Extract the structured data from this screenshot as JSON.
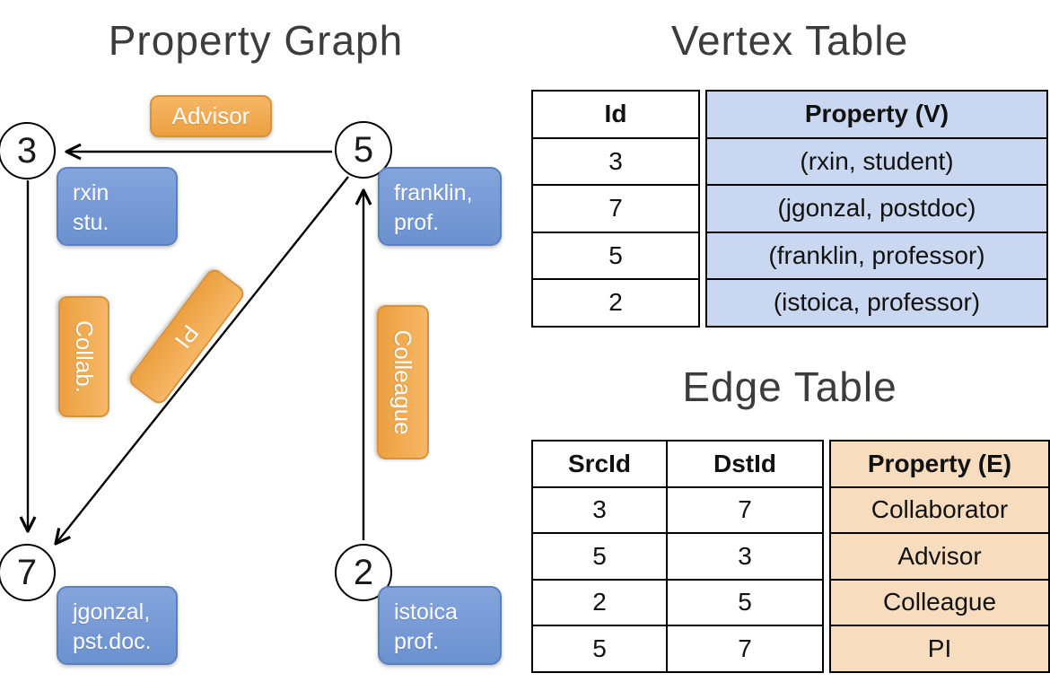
{
  "titles": {
    "graph": "Property Graph",
    "vertex_table": "Vertex Table",
    "edge_table": "Edge Table"
  },
  "graph": {
    "vertex3": {
      "id": "3",
      "line1": "rxin",
      "line2": "stu."
    },
    "vertex5": {
      "id": "5",
      "line1": "franklin,",
      "line2": "prof."
    },
    "vertex7": {
      "id": "7",
      "line1": "jgonzal,",
      "line2": "pst.doc."
    },
    "vertex2": {
      "id": "2",
      "line1": "istoica",
      "line2": "prof."
    },
    "edge_labels": {
      "advisor": "Advisor",
      "collab": "Collab.",
      "pi": "PI",
      "colleague": "Colleague"
    }
  },
  "vertex_table": {
    "headers": {
      "id": "Id",
      "property": "Property (V)"
    },
    "rows": [
      {
        "id": "3",
        "property": "(rxin, student)"
      },
      {
        "id": "7",
        "property": "(jgonzal, postdoc)"
      },
      {
        "id": "5",
        "property": "(franklin, professor)"
      },
      {
        "id": "2",
        "property": "(istoica, professor)"
      }
    ]
  },
  "edge_table": {
    "headers": {
      "src": "SrcId",
      "dst": "DstId",
      "property": "Property (E)"
    },
    "rows": [
      {
        "src": "3",
        "dst": "7",
        "property": "Collaborator"
      },
      {
        "src": "5",
        "dst": "3",
        "property": "Advisor"
      },
      {
        "src": "2",
        "dst": "5",
        "property": "Colleague"
      },
      {
        "src": "5",
        "dst": "7",
        "property": "PI"
      }
    ]
  },
  "colors": {
    "edge_label_orange": "#F0A64C",
    "vertex_box_blue": "#7598D4",
    "vertex_cell_blue": "#C9D8F0",
    "edge_cell_orange": "#F8DCBE"
  }
}
